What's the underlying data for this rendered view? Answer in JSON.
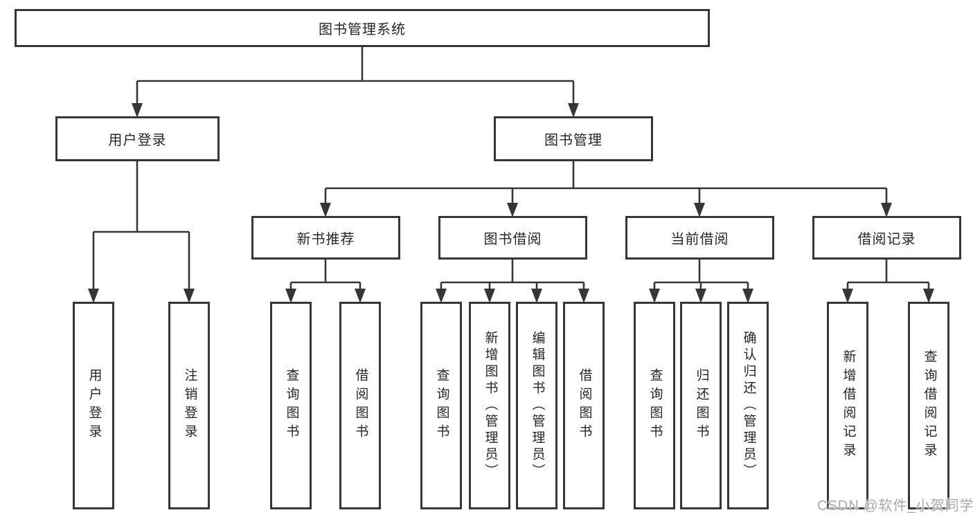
{
  "tree": {
    "label": "图书管理系统",
    "children": [
      {
        "label": "用户登录",
        "children": [
          {
            "label": "用户登录"
          },
          {
            "label": "注销登录"
          }
        ]
      },
      {
        "label": "图书管理",
        "children": [
          {
            "label": "新书推荐",
            "children": [
              {
                "label": "查询图书"
              },
              {
                "label": "借阅图书"
              }
            ]
          },
          {
            "label": "图书借阅",
            "children": [
              {
                "label": "查询图书"
              },
              {
                "label": "新增图书（管理员）"
              },
              {
                "label": "编辑图书（管理员）"
              },
              {
                "label": "借阅图书"
              }
            ]
          },
          {
            "label": "当前借阅",
            "children": [
              {
                "label": "查询图书"
              },
              {
                "label": "归还图书"
              },
              {
                "label": "确认归还（管理员）"
              }
            ]
          },
          {
            "label": "借阅记录",
            "children": [
              {
                "label": "新增借阅记录"
              },
              {
                "label": "查询借阅记录"
              }
            ]
          }
        ]
      }
    ]
  },
  "watermark": "CSDN @软件_小贺同学",
  "colors": {
    "line": "#363636",
    "text": "#262626",
    "background": "#ffffff",
    "watermark": "#a8a8a8"
  }
}
